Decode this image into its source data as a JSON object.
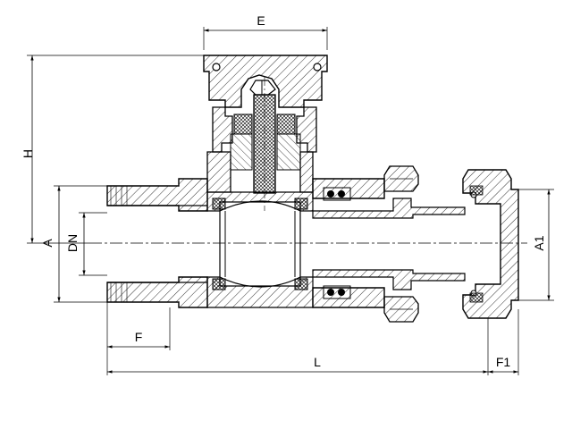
{
  "drawing": {
    "title": "",
    "dimensions": {
      "E": "E",
      "H": "H",
      "A": "A",
      "DN": "DN",
      "A1": "A1",
      "F": "F",
      "L": "L",
      "F1": "F1"
    },
    "colors": {
      "line": "#000000",
      "background": "#ffffff",
      "hatch": "#000000",
      "shade": "#9a9a9a"
    }
  }
}
